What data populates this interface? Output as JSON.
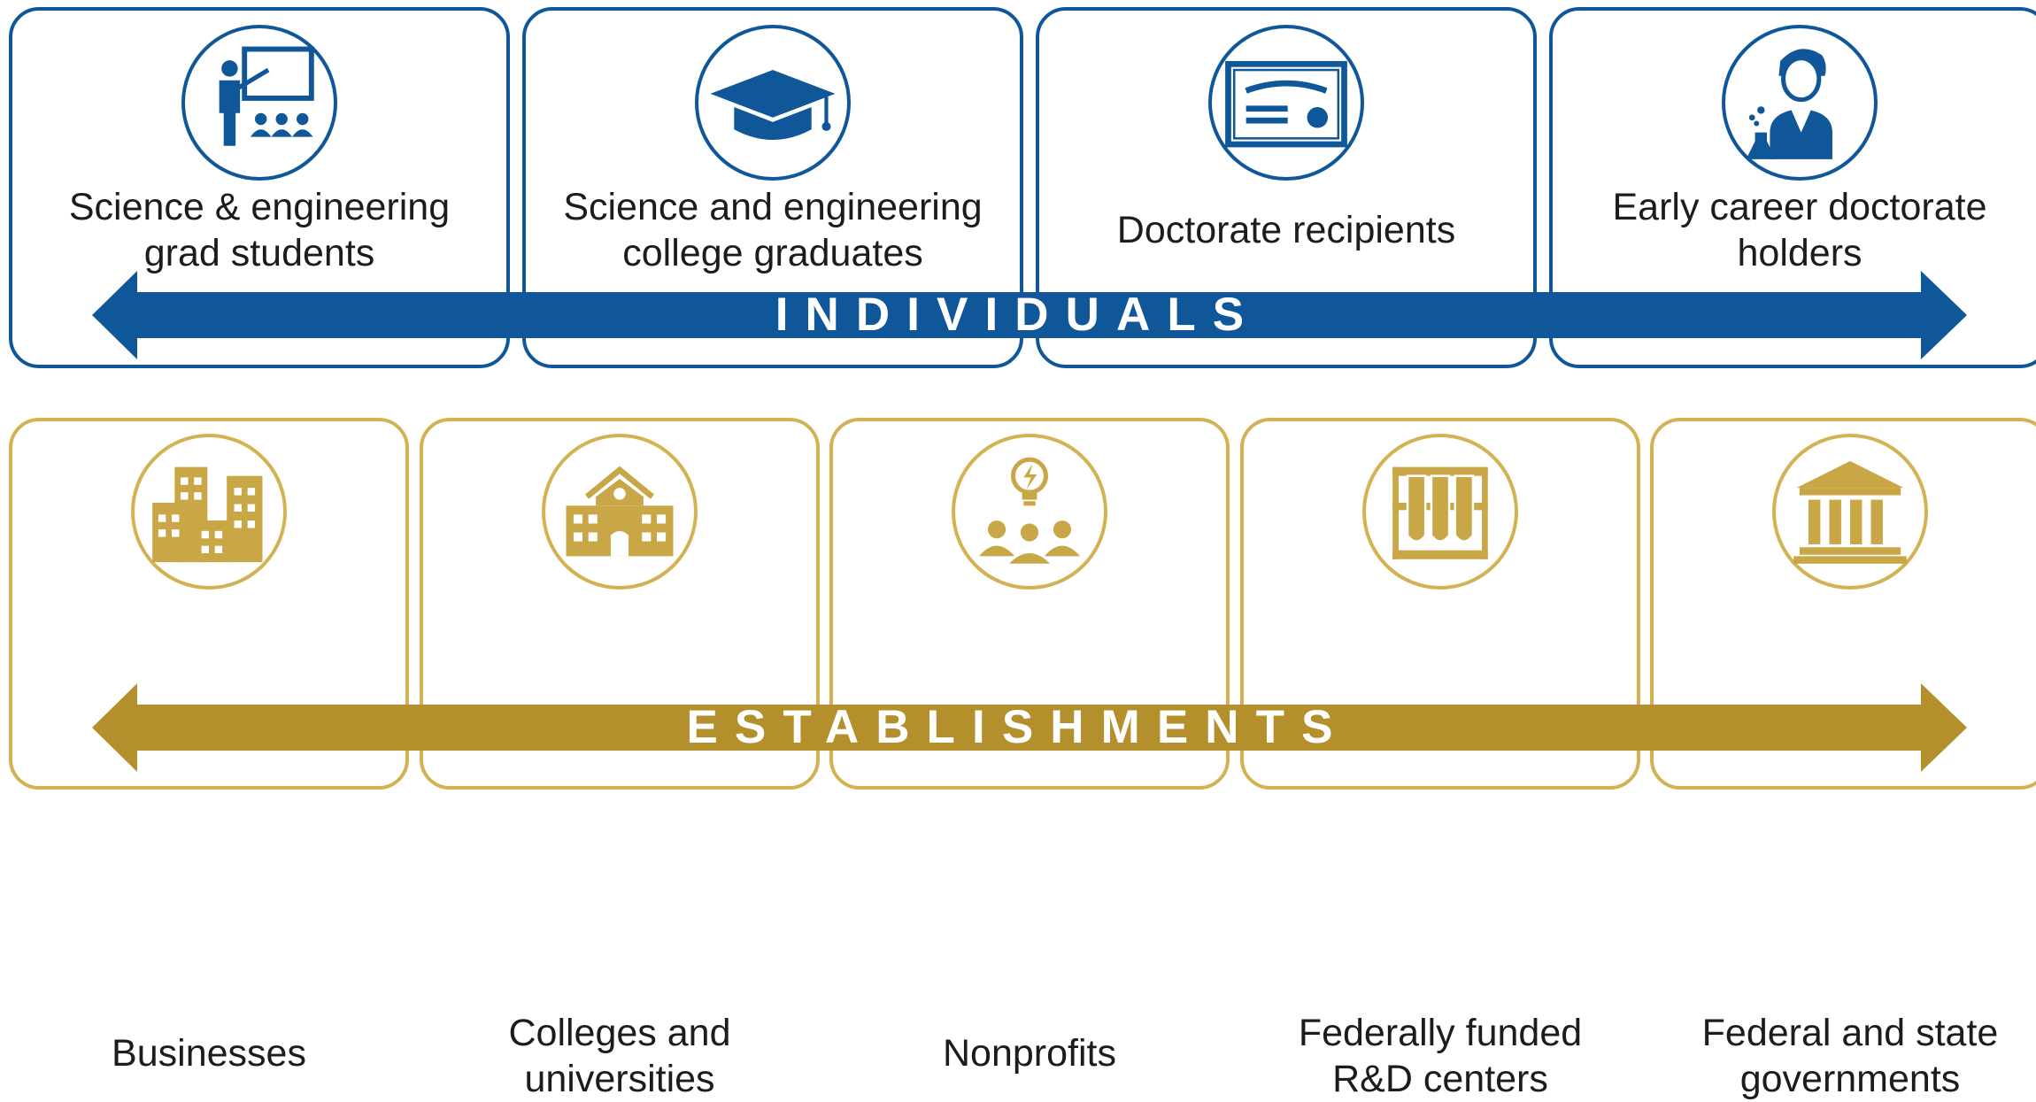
{
  "individuals": {
    "band_label": "INDIVIDUALS",
    "color": "#0f5799",
    "cards": [
      {
        "icon": "teacher-classroom-icon",
        "line1": "Science & engineering",
        "line2": "grad students"
      },
      {
        "icon": "graduation-cap-icon",
        "line1": "Science and engineering",
        "line2": "college graduates"
      },
      {
        "icon": "diploma-certificate-icon",
        "line1": "Doctorate recipients",
        "line2": ""
      },
      {
        "icon": "scientist-icon",
        "line1": "Early career doctorate",
        "line2": "holders"
      }
    ]
  },
  "establishments": {
    "band_label": "ESTABLISHMENTS",
    "color": "#b3902b",
    "cards": [
      {
        "icon": "office-buildings-icon",
        "line1": "Businesses",
        "line2": ""
      },
      {
        "icon": "school-building-icon",
        "line1": "Colleges and",
        "line2": "universities"
      },
      {
        "icon": "people-lightbulb-icon",
        "line1": "Nonprofits",
        "line2": ""
      },
      {
        "icon": "test-tubes-icon",
        "line1": "Federally funded",
        "line2": "R&D centers"
      },
      {
        "icon": "government-building-icon",
        "line1": "Federal and state",
        "line2": "governments"
      }
    ]
  }
}
